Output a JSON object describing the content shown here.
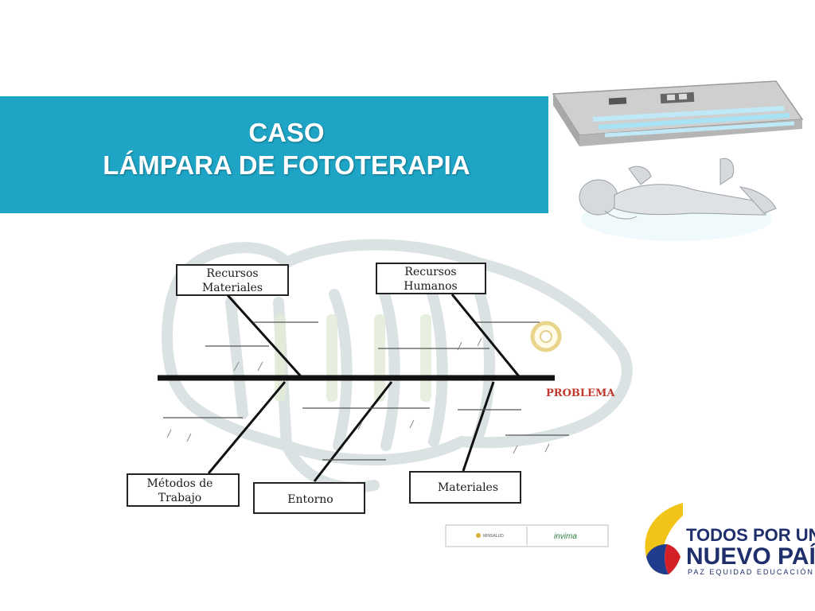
{
  "title": {
    "line1": "CASO",
    "line2": "LÁMPARA DE FOTOTERAPIA"
  },
  "diagram": {
    "boxes": {
      "recursos_materiales": [
        "Recursos",
        "Materiales"
      ],
      "recursos_humanos": [
        "Recursos",
        "Humanos"
      ],
      "metodos_trabajo": [
        "Métodos de",
        "Trabajo"
      ],
      "entorno": "Entorno",
      "materiales": "Materiales"
    },
    "problem": "PROBLEMA"
  },
  "footer": {
    "strip_left": "MINSALUD",
    "strip_right": "invima",
    "logo": {
      "line1": "TODOS POR UN",
      "line2": "NUEVO PAÍS",
      "line3": "PAZ  EQUIDAD  EDUCACIÓN"
    }
  },
  "colors": {
    "band": "#1ea5c6",
    "problem": "#c0392b",
    "logo_navy": "#1f2f6b"
  },
  "icons": [
    "phototherapy-lamp-illustration",
    "fish-watermark",
    "colombia-flag-swoosh"
  ]
}
